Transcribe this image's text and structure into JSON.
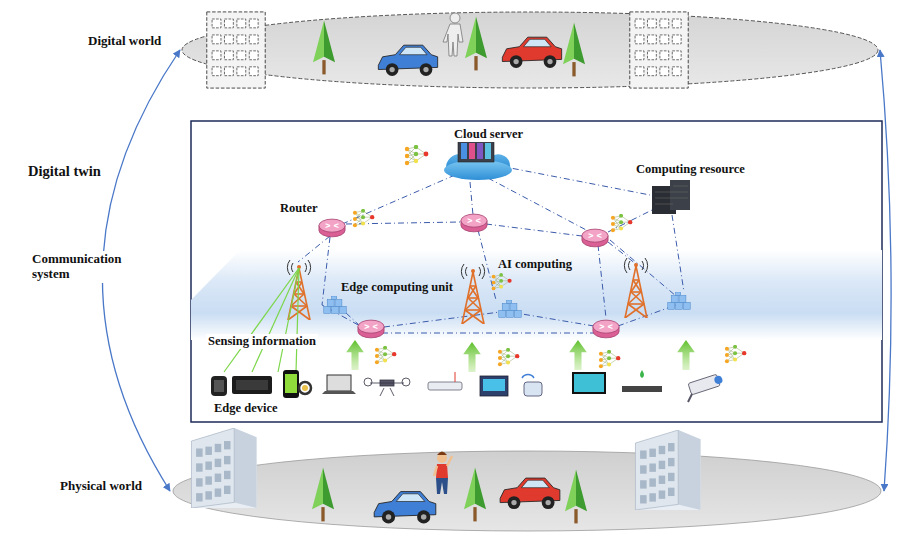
{
  "diagram": {
    "nodes": [
      {
        "text": [
          "Digital world"
        ]
      },
      {
        "text": [
          "Digital twin",
          "Communication system"
        ]
      },
      {
        "text": [
          "Physical world"
        ]
      }
    ],
    "edges": [
      {
        "from": 0,
        "to": 2,
        "arrow": "both"
      },
      {
        "from": 0,
        "to": 2,
        "arrow": "both"
      }
    ],
    "labels": [
      "Cloud server",
      "Computing resource",
      "Router",
      "AI computing",
      "Edge computing unit",
      "Sensing information",
      "Edge device"
    ]
  }
}
